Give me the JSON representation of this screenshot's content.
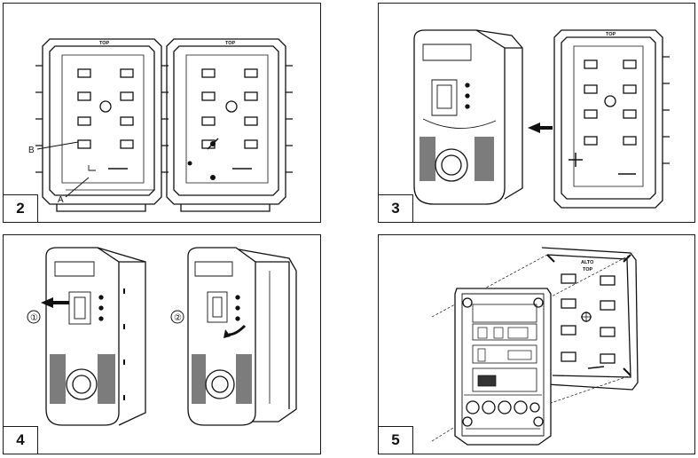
{
  "steps": [
    {
      "number": "2",
      "labels": {
        "a": "A",
        "b": "B",
        "top1": "TOP",
        "top2": "TOP"
      }
    },
    {
      "number": "3",
      "labels": {
        "top": "TOP"
      }
    },
    {
      "number": "4",
      "labels": {
        "step1": "①",
        "step2": "②"
      }
    },
    {
      "number": "5",
      "labels": {
        "alto": "ALTO",
        "top": "TOP"
      }
    }
  ]
}
